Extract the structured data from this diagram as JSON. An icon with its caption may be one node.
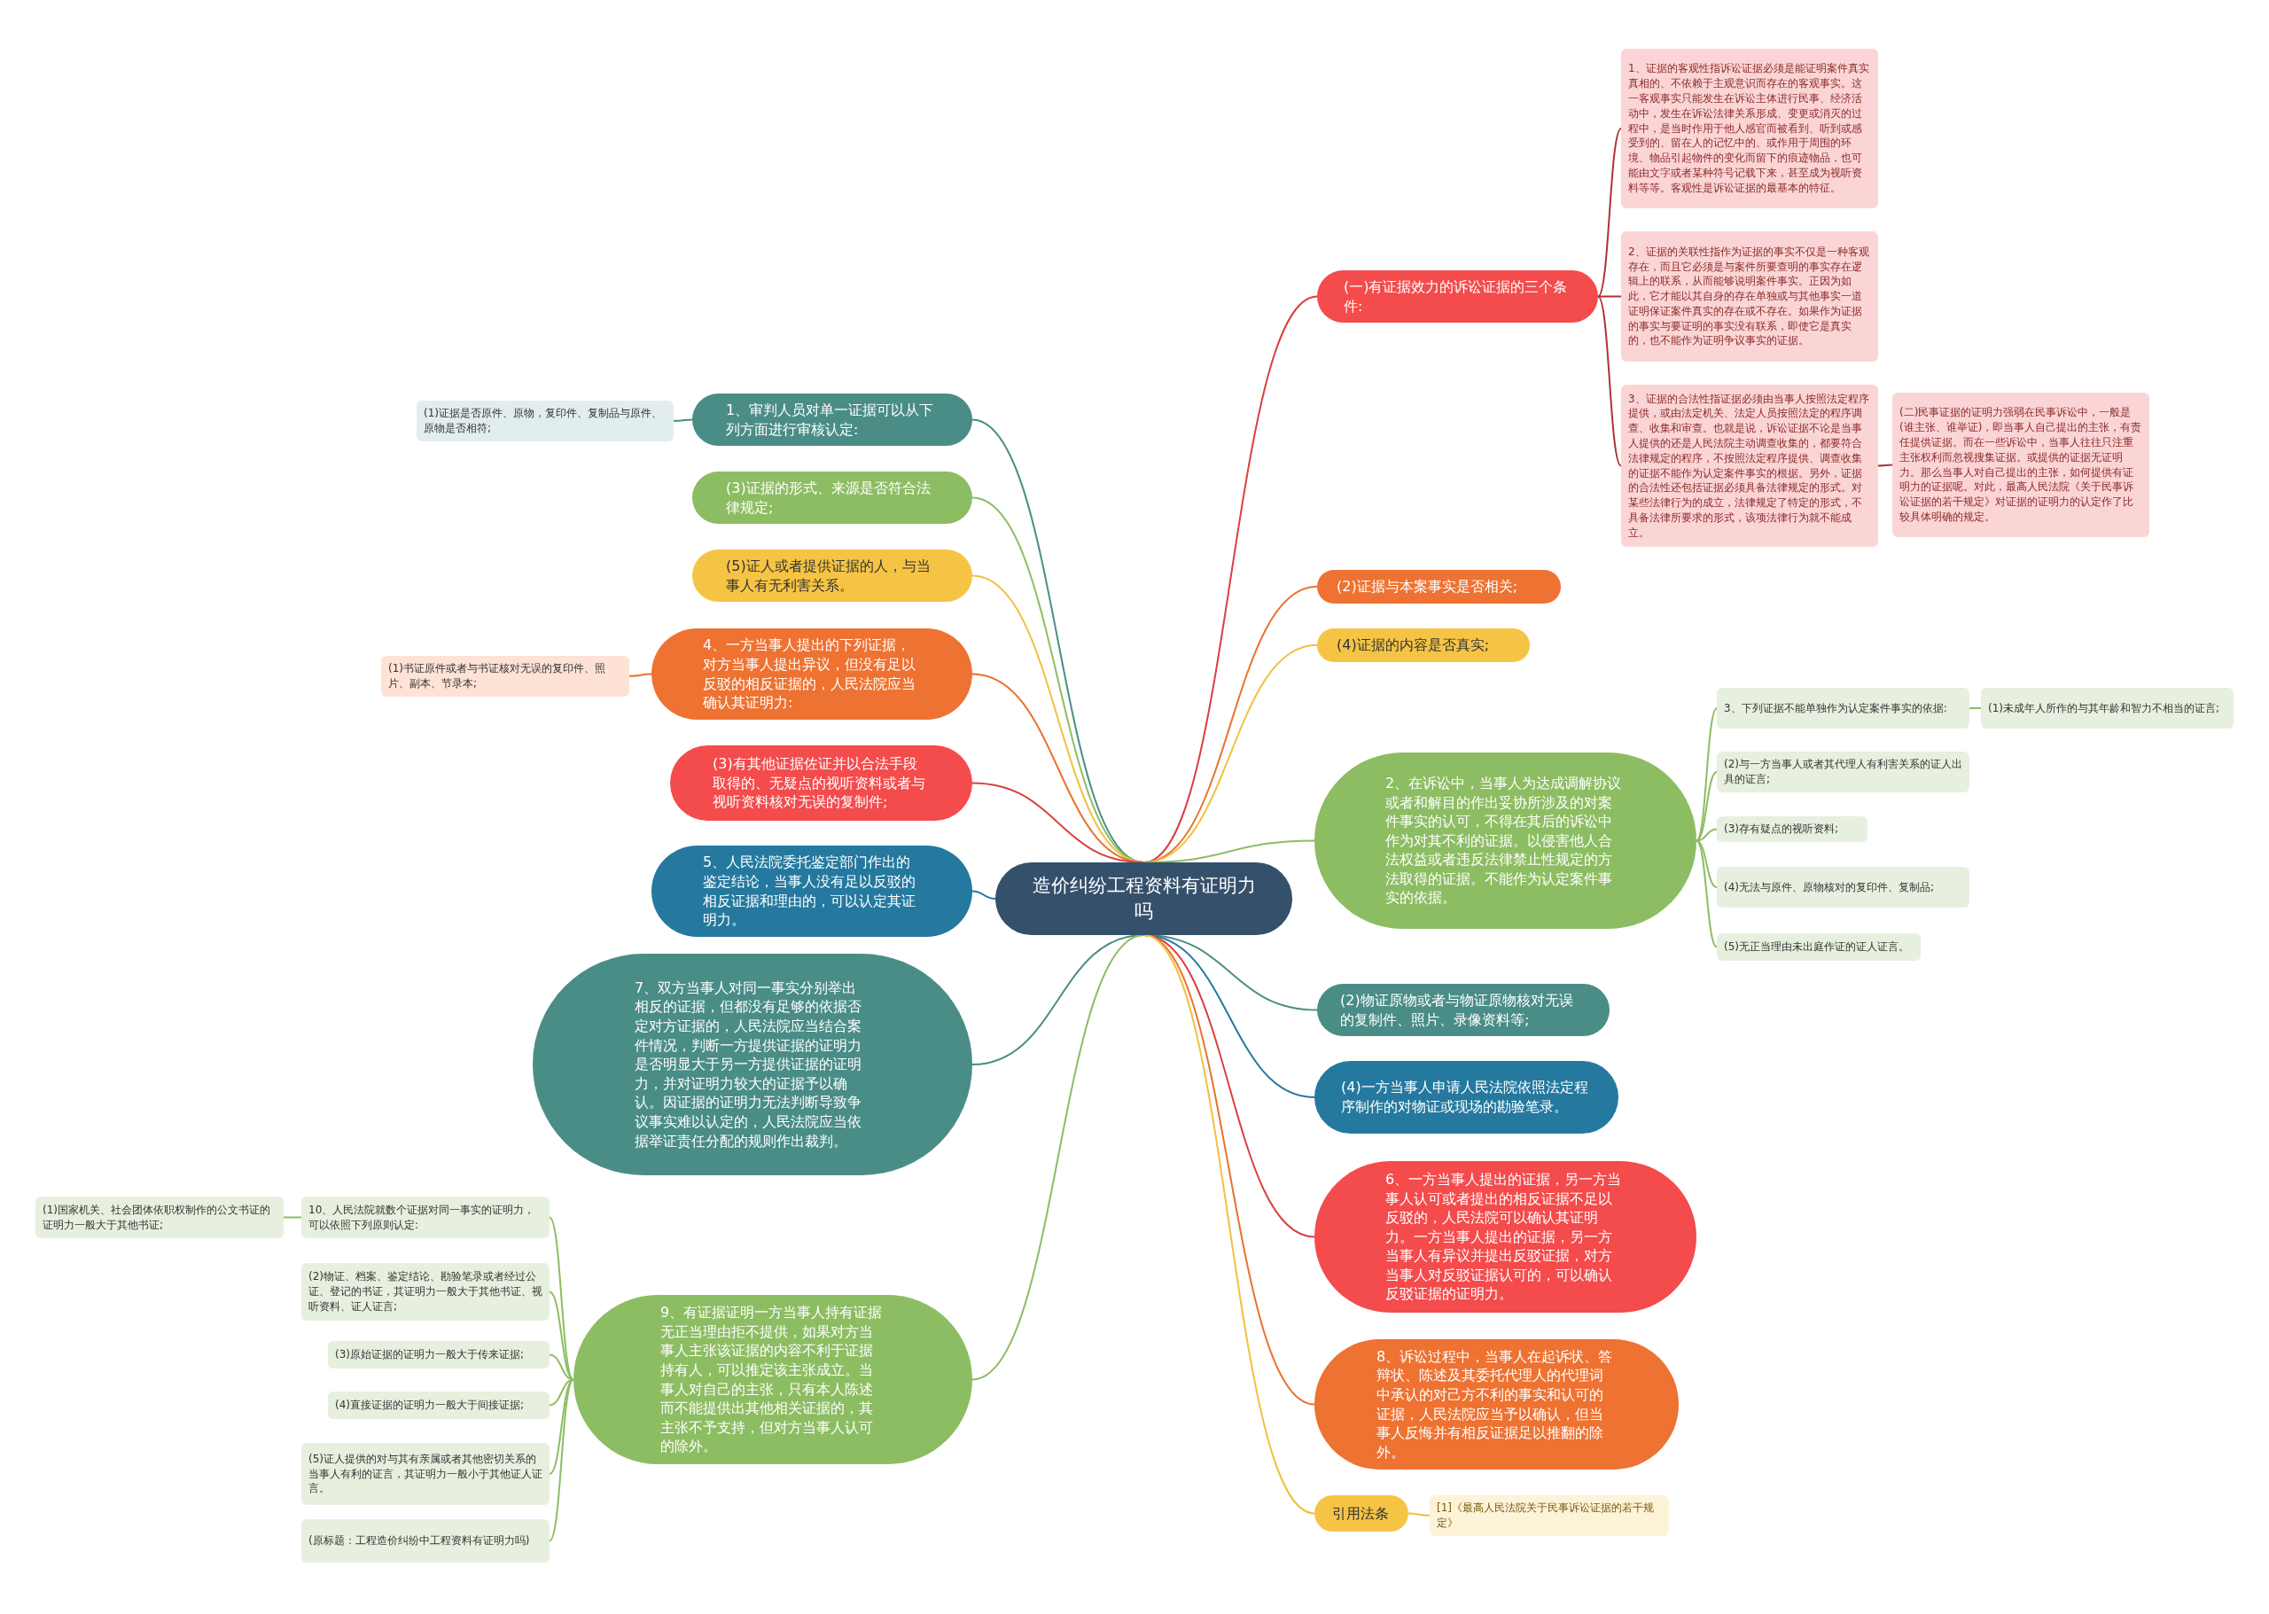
{
  "diagram": {
    "nodes": [
      {
        "text": [
          "造价纠纷工程资料有证明力吗"
        ]
      },
      {
        "text": [
          "1、审判人员对单一证据可以从下列方面进行审核认定:"
        ]
      },
      {
        "text": [
          "(1)证据是否原件、原物，复印件、复制品与原件、原物是否相符;"
        ]
      },
      {
        "text": [
          "(3)证据的形式、来源是否符合法律规定;"
        ]
      },
      {
        "text": [
          "(5)证人或者提供证据的人，与当事人有无利害关系。"
        ]
      },
      {
        "text": [
          "4、一方当事人提出的下列证据，对方当事人提出异议，但没有足以反驳的相反证据的，人民法院应当确认其证明力:"
        ]
      },
      {
        "text": [
          "(1)书证原件或者与书证核对无误的复印件、照片、副本、节录本;"
        ]
      },
      {
        "text": [
          "(3)有其他证据佐证并以合法手段取得的、无疑点的视听资料或者与视听资料核对无误的复制件;"
        ]
      },
      {
        "text": [
          "5、人民法院委托鉴定部门作出的鉴定结论，当事人没有足以反驳的相反证据和理由的，可以认定其证明力。"
        ]
      },
      {
        "text": [
          "7、双方当事人对同一事实分别举出相反的证据，但都没有足够的依据否定对方证据的，人民法院应当结合案件情况，判断一方提供证据的证明力是否明显大于另一方提供证据的证明力，并对证明力较大的证据予以确认。因证据的证明力无法判断导致争议事实难以认定的，人民法院应当依据举证责任分配的规则作出裁判。"
        ]
      },
      {
        "text": [
          "9、有证据证明一方当事人持有证据无正当理由拒不提供，如果对方当事人主张该证据的内容不利于证据持有人，可以推定该主张成立。当事人对自己的主张，只有本人陈述而不能提供出其他相关证据的，其主张不予支持，但对方当事人认可的除外。"
        ]
      },
      {
        "text": [
          "10、人民法院就数个证据对同一事实的证明力，可以依照下列原则认定:"
        ]
      },
      {
        "text": [
          "(1)国家机关、社会团体依职权制作的公文书证的证明力一般大于其他书证;"
        ]
      },
      {
        "text": [
          "(2)物证、档案、鉴定结论、勘验笔录或者经过公证、登记的书证，其证明力一般大于其他书证、视听资料、证人证言;"
        ]
      },
      {
        "text": [
          "(3)原始证据的证明力一般大于传来证据;"
        ]
      },
      {
        "text": [
          "(4)直接证据的证明力一般大于间接证据;"
        ]
      },
      {
        "text": [
          "(5)证人提供的对与其有亲属或者其他密切关系的当事人有利的证言，其证明力一般小于其他证人证言。"
        ]
      },
      {
        "text": [
          "(原标题：工程造价纠纷中工程资料有证明力吗)"
        ]
      },
      {
        "text": [
          "(一)有证据效力的诉讼证据的三个条件:"
        ]
      },
      {
        "text": [
          "1、证据的客观性指诉讼证据必须是能证明案件真实真相的、不依赖于主观意识而存在的客观事实。这一客观事实只能发生在诉讼主体进行民事、经济活动中，发生在诉讼法律关系形成、变更或消灭的过程中，是当时作用于他人感官而被看到、听到或感受到的、留在人的记忆中的、或作用于周围的环境、物品引起物件的变化而留下的痕迹物品，也可能由文字或者某种符号记载下来，甚至成为视听资料等等。客观性是诉讼证据的最基本的特征。"
        ]
      },
      {
        "text": [
          "2、证据的关联性指作为证据的事实不仅是一种客观存在，而且它必须是与案件所要查明的事实存在逻辑上的联系，从而能够说明案件事实。正因为如此，它才能以其自身的存在单独或与其他事实一道证明保证案件真实的存在或不存在。如果作为证据的事实与要证明的事实没有联系，即使它是真实的，也不能作为证明争议事实的证据。"
        ]
      },
      {
        "text": [
          "3、证据的合法性指证据必须由当事人按照法定程序提供，或由法定机关、法定人员按照法定的程序调查、收集和审查。也就是说，诉讼证据不论是当事人提供的还是人民法院主动调查收集的，都要符合法律规定的程序，不按照法定程序提供、调查收集的证据不能作为认定案件事实的根据。另外，证据的合法性还包括证据必须具备法律规定的形式。对某些法律行为的成立，法律规定了特定的形式，不具备法律所要求的形式，该项法律行为就不能成立。"
        ]
      },
      {
        "text": [
          "(二)民事证据的证明力强弱在民事诉讼中，一般是(谁主张、谁举证)，即当事人自己提出的主张，有责任提供证据。而在一些诉讼中，当事人往往只注重主张权利而忽视搜集证据。或提供的证据无证明力。那么当事人对自己提出的主张，如何提供有证明力的证据呢。对此，最高人民法院《关于民事诉讼证据的若干规定》对证据的证明力的认定作了比较具体明确的规定。"
        ]
      },
      {
        "text": [
          "(2)证据与本案事实是否相关;"
        ]
      },
      {
        "text": [
          "(4)证据的内容是否真实;"
        ]
      },
      {
        "text": [
          "2、在诉讼中，当事人为达成调解协议或者和解目的作出妥协所涉及的对案件事实的认可，不得在其后的诉讼中作为对其不利的证据。以侵害他人合法权益或者违反法律禁止性规定的方法取得的证据。不能作为认定案件事实的依据。"
        ]
      },
      {
        "text": [
          "3、下列证据不能单独作为认定案件事实的依据:"
        ]
      },
      {
        "text": [
          "(1)未成年人所作的与其年龄和智力不相当的证言;"
        ]
      },
      {
        "text": [
          "(2)与一方当事人或者其代理人有利害关系的证人出具的证言;"
        ]
      },
      {
        "text": [
          "(3)存有疑点的视听资料;"
        ]
      },
      {
        "text": [
          "(4)无法与原件、原物核对的复印件、复制品;"
        ]
      },
      {
        "text": [
          "(5)无正当理由未出庭作证的证人证言。"
        ]
      },
      {
        "text": [
          "(2)物证原物或者与物证原物核对无误的复制件、照片、录像资料等;"
        ]
      },
      {
        "text": [
          "(4)一方当事人申请人民法院依照法定程序制作的对物证或现场的勘验笔录。"
        ]
      },
      {
        "text": [
          "6、一方当事人提出的证据，另一方当事人认可或者提出的相反证据不足以反驳的，人民法院可以确认其证明力。一方当事人提出的证据，另一方当事人有异议并提出反驳证据，对方当事人对反驳证据认可的，可以确认反驳证据的证明力。"
        ]
      },
      {
        "text": [
          "8、诉讼过程中，当事人在起诉状、答辩状、陈述及其委托代理人的代理词中承认的对己方不利的事实和认可的证据，人民法院应当予以确认，但当事人反悔并有相反证据足以推翻的除外。"
        ]
      },
      {
        "text": [
          "引用法条"
        ]
      },
      {
        "text": [
          "[1]《最高人民法院关于民事诉讼证据的若干规定》"
        ]
      }
    ],
    "edges": [
      {
        "from": 0,
        "to": 1,
        "arrow": "none",
        "color": "#4a8d86"
      },
      {
        "from": 1,
        "to": 2,
        "arrow": "none",
        "color": "#4a8d86"
      },
      {
        "from": 0,
        "to": 3,
        "arrow": "none",
        "color": "#8dbd63"
      },
      {
        "from": 0,
        "to": 4,
        "arrow": "none",
        "color": "#f2c040"
      },
      {
        "from": 0,
        "to": 5,
        "arrow": "none",
        "color": "#e9732f"
      },
      {
        "from": 5,
        "to": 6,
        "arrow": "none",
        "color": "#e9732f"
      },
      {
        "from": 0,
        "to": 7,
        "arrow": "none",
        "color": "#d9403f"
      },
      {
        "from": 0,
        "to": 8,
        "arrow": "none",
        "color": "#25799f"
      },
      {
        "from": 0,
        "to": 9,
        "arrow": "none",
        "color": "#4a8d86"
      },
      {
        "from": 0,
        "to": 10,
        "arrow": "none",
        "color": "#8dbd63"
      },
      {
        "from": 10,
        "to": 11,
        "arrow": "none",
        "color": "#8dbd63"
      },
      {
        "from": 11,
        "to": 12,
        "arrow": "none",
        "color": "#8dbd63"
      },
      {
        "from": 10,
        "to": 13,
        "arrow": "none",
        "color": "#8dbd63"
      },
      {
        "from": 10,
        "to": 14,
        "arrow": "none",
        "color": "#8dbd63"
      },
      {
        "from": 10,
        "to": 15,
        "arrow": "none",
        "color": "#8dbd63"
      },
      {
        "from": 10,
        "to": 16,
        "arrow": "none",
        "color": "#8dbd63"
      },
      {
        "from": 10,
        "to": 17,
        "arrow": "none",
        "color": "#8dbd63"
      },
      {
        "from": 0,
        "to": 18,
        "arrow": "none",
        "color": "#d9403f"
      },
      {
        "from": 18,
        "to": 19,
        "arrow": "none",
        "color": "#b0303a"
      },
      {
        "from": 18,
        "to": 20,
        "arrow": "none",
        "color": "#b0303a"
      },
      {
        "from": 18,
        "to": 21,
        "arrow": "none",
        "color": "#b0303a"
      },
      {
        "from": 21,
        "to": 22,
        "arrow": "none",
        "color": "#b0303a"
      },
      {
        "from": 0,
        "to": 23,
        "arrow": "none",
        "color": "#e9732f"
      },
      {
        "from": 0,
        "to": 24,
        "arrow": "none",
        "color": "#f2c040"
      },
      {
        "from": 0,
        "to": 25,
        "arrow": "none",
        "color": "#8dbd63"
      },
      {
        "from": 25,
        "to": 26,
        "arrow": "none",
        "color": "#8dbd63"
      },
      {
        "from": 25,
        "to": 28,
        "arrow": "none",
        "color": "#8dbd63"
      },
      {
        "from": 25,
        "to": 29,
        "arrow": "none",
        "color": "#8dbd63"
      },
      {
        "from": 25,
        "to": 30,
        "arrow": "none",
        "color": "#8dbd63"
      },
      {
        "from": 25,
        "to": 31,
        "arrow": "none",
        "color": "#8dbd63"
      },
      {
        "from": 26,
        "to": 27,
        "arrow": "none",
        "color": "#8dbd63"
      },
      {
        "from": 0,
        "to": 32,
        "arrow": "none",
        "color": "#4a8d86"
      },
      {
        "from": 0,
        "to": 33,
        "arrow": "none",
        "color": "#25799f"
      },
      {
        "from": 0,
        "to": 34,
        "arrow": "none",
        "color": "#d9403f"
      },
      {
        "from": 0,
        "to": 35,
        "arrow": "none",
        "color": "#e9732f"
      },
      {
        "from": 0,
        "to": 36,
        "arrow": "none",
        "color": "#f2c040"
      },
      {
        "from": 36,
        "to": 37,
        "arrow": "none",
        "color": "#f2c040"
      }
    ]
  }
}
